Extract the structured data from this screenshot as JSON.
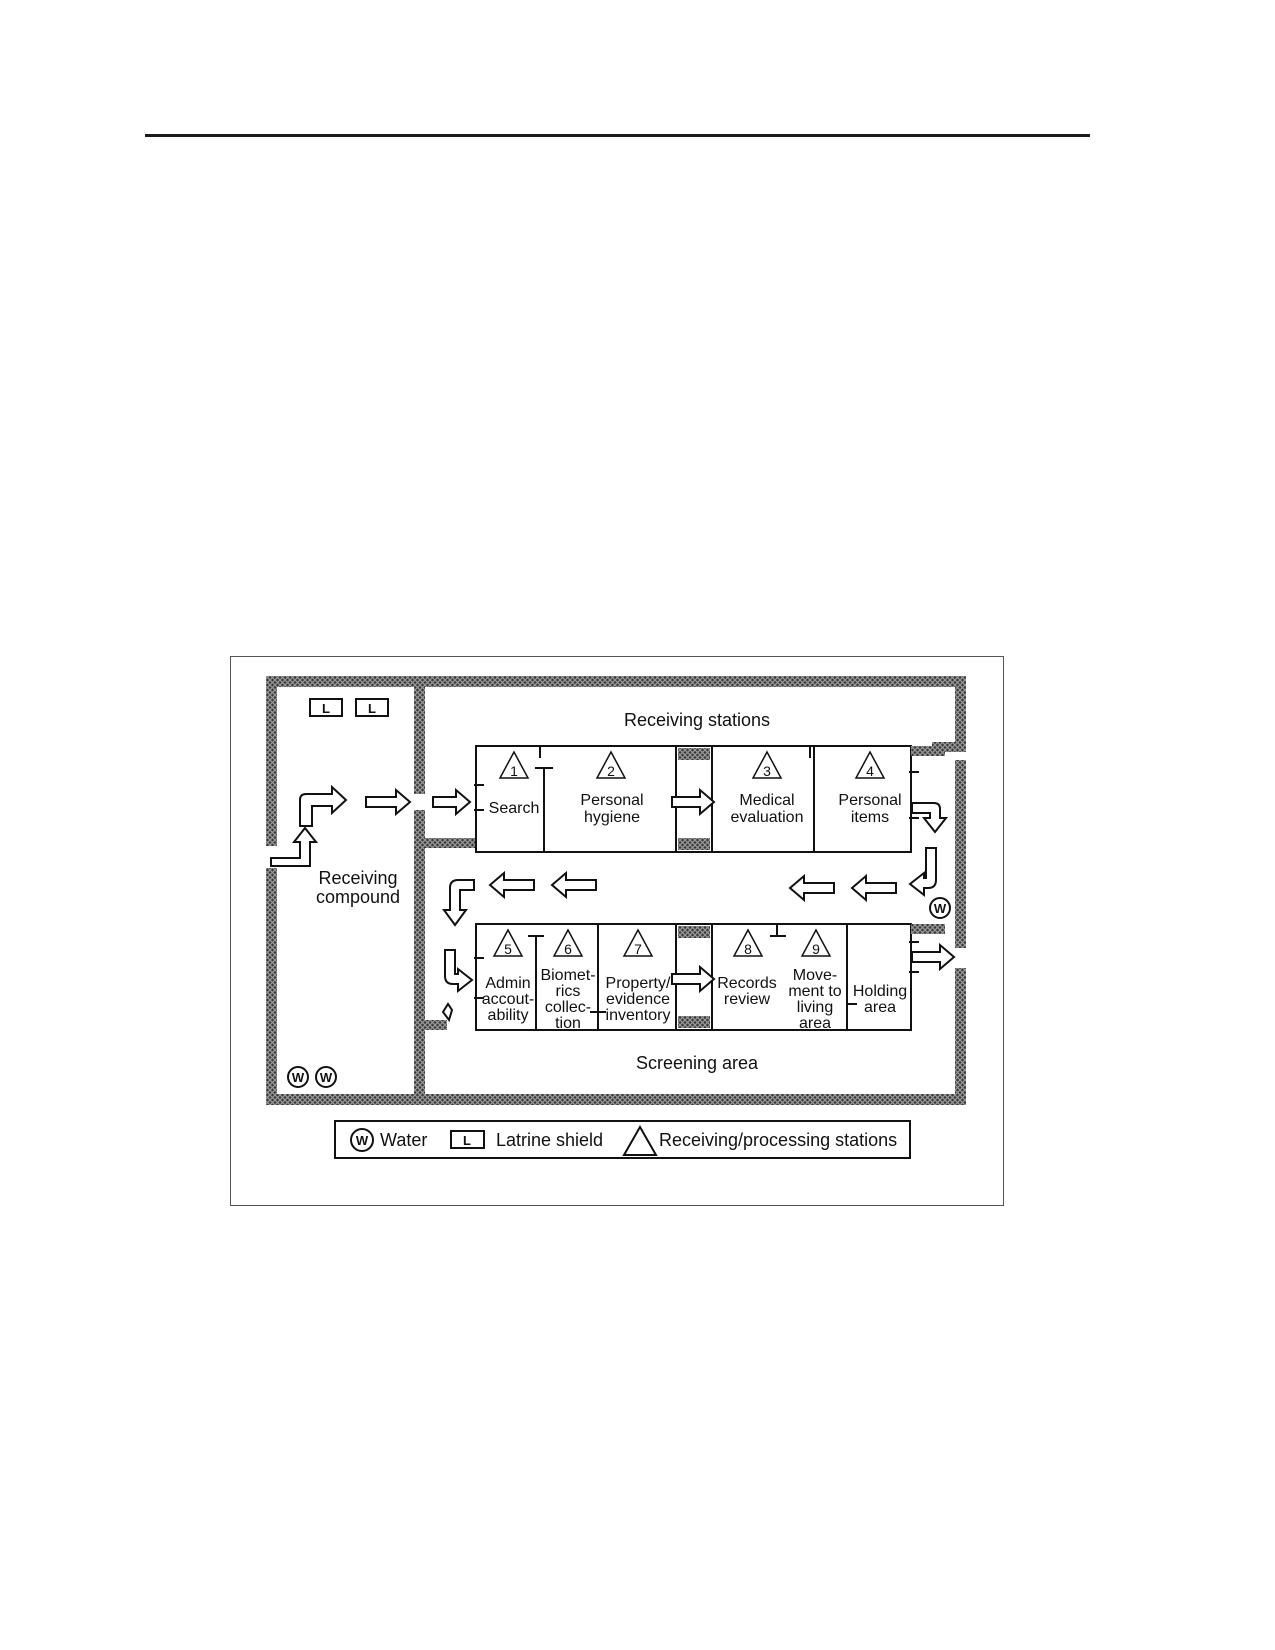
{
  "areas": {
    "receiving_compound": [
      "Receiving",
      "compound"
    ],
    "receiving_stations": "Receiving stations",
    "screening_area": "Screening area"
  },
  "stations": [
    {
      "number": "1",
      "lines": [
        "Search"
      ]
    },
    {
      "number": "2",
      "lines": [
        "Personal",
        "hygiene"
      ]
    },
    {
      "number": "3",
      "lines": [
        "Medical",
        "evaluation"
      ]
    },
    {
      "number": "4",
      "lines": [
        "Personal",
        "items"
      ]
    },
    {
      "number": "5",
      "lines": [
        "Admin",
        "accout-",
        "ability"
      ]
    },
    {
      "number": "6",
      "lines": [
        "Biomet-",
        "rics",
        "collec-",
        "tion"
      ]
    },
    {
      "number": "7",
      "lines": [
        "Property/",
        "evidence",
        "inventory"
      ]
    },
    {
      "number": "8",
      "lines": [
        "Records",
        "review"
      ]
    },
    {
      "number": "9",
      "lines": [
        "Move-",
        "ment to",
        "living",
        "area"
      ]
    }
  ],
  "holding_area": [
    "Holding",
    "area"
  ],
  "icons": {
    "water_letter": "W",
    "latrine_letter": "L"
  },
  "legend": {
    "water": "Water",
    "latrine": "Latrine shield",
    "stations": "Receiving/processing stations"
  }
}
